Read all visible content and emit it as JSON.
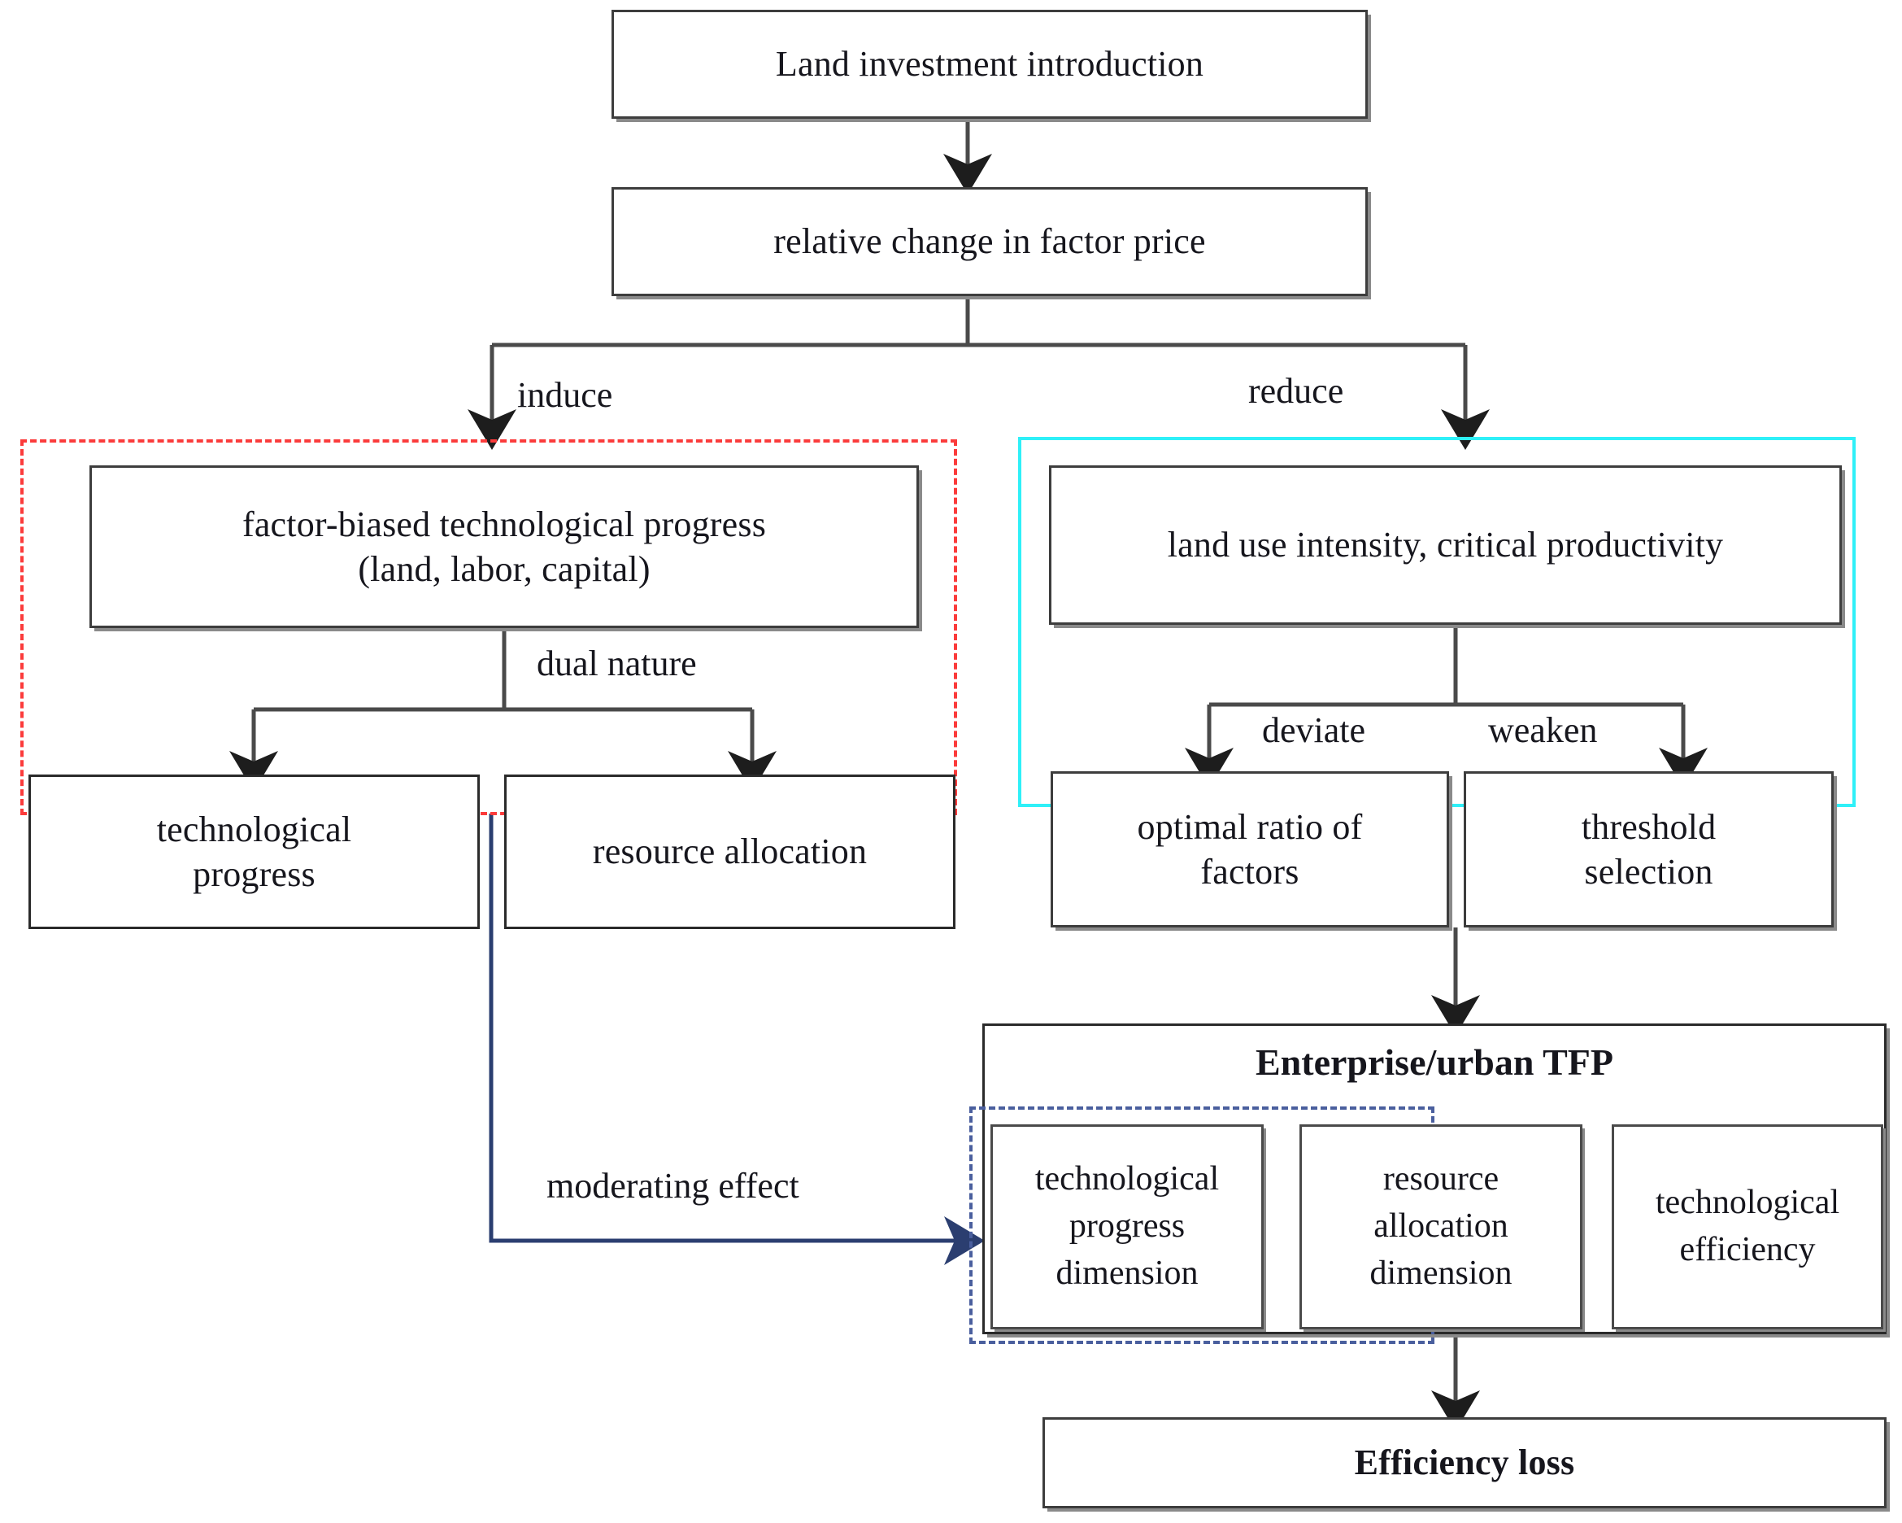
{
  "diagram": {
    "title": "Land investment introduction mechanism to enterprise/urban TFP",
    "colors": {
      "frame_induce": "#fb3b3b",
      "frame_reduce": "#2ff0f8",
      "frame_dimension": "#4a5f9e",
      "moderating_arrow": "#2b3e70",
      "box_border": "#3d3d3d",
      "box_shadow": "#8a8a8a",
      "text": "#16161d"
    }
  },
  "nodes": {
    "land_investment": {
      "label": "Land investment introduction"
    },
    "factor_price": {
      "label": "relative change in factor price"
    },
    "biased_progress": {
      "line1": "factor-biased technological progress",
      "line2": "(land, labor, capital)"
    },
    "tech_progress": {
      "line1": "technological",
      "line2": "progress"
    },
    "resource_alloc": {
      "label": "resource allocation"
    },
    "land_use": {
      "label": "land use intensity, critical productivity"
    },
    "optimal_ratio": {
      "line1": "optimal ratio of",
      "line2": "factors"
    },
    "threshold": {
      "line1": "threshold",
      "line2": "selection"
    },
    "efficiency_loss": {
      "label": "Efficiency loss"
    }
  },
  "tfp": {
    "title": "Enterprise/urban TFP",
    "cells": [
      {
        "line1": "technological",
        "line2": "progress",
        "line3": "dimension"
      },
      {
        "line1": "resource",
        "line2": "allocation",
        "line3": "dimension"
      },
      {
        "line1": "technological",
        "line2": "efficiency",
        "line3": ""
      }
    ]
  },
  "edge_labels": {
    "induce": "induce",
    "reduce": "reduce",
    "dual_nature": "dual nature",
    "deviate": "deviate",
    "weaken": "weaken",
    "moderating_effect": "moderating effect"
  }
}
